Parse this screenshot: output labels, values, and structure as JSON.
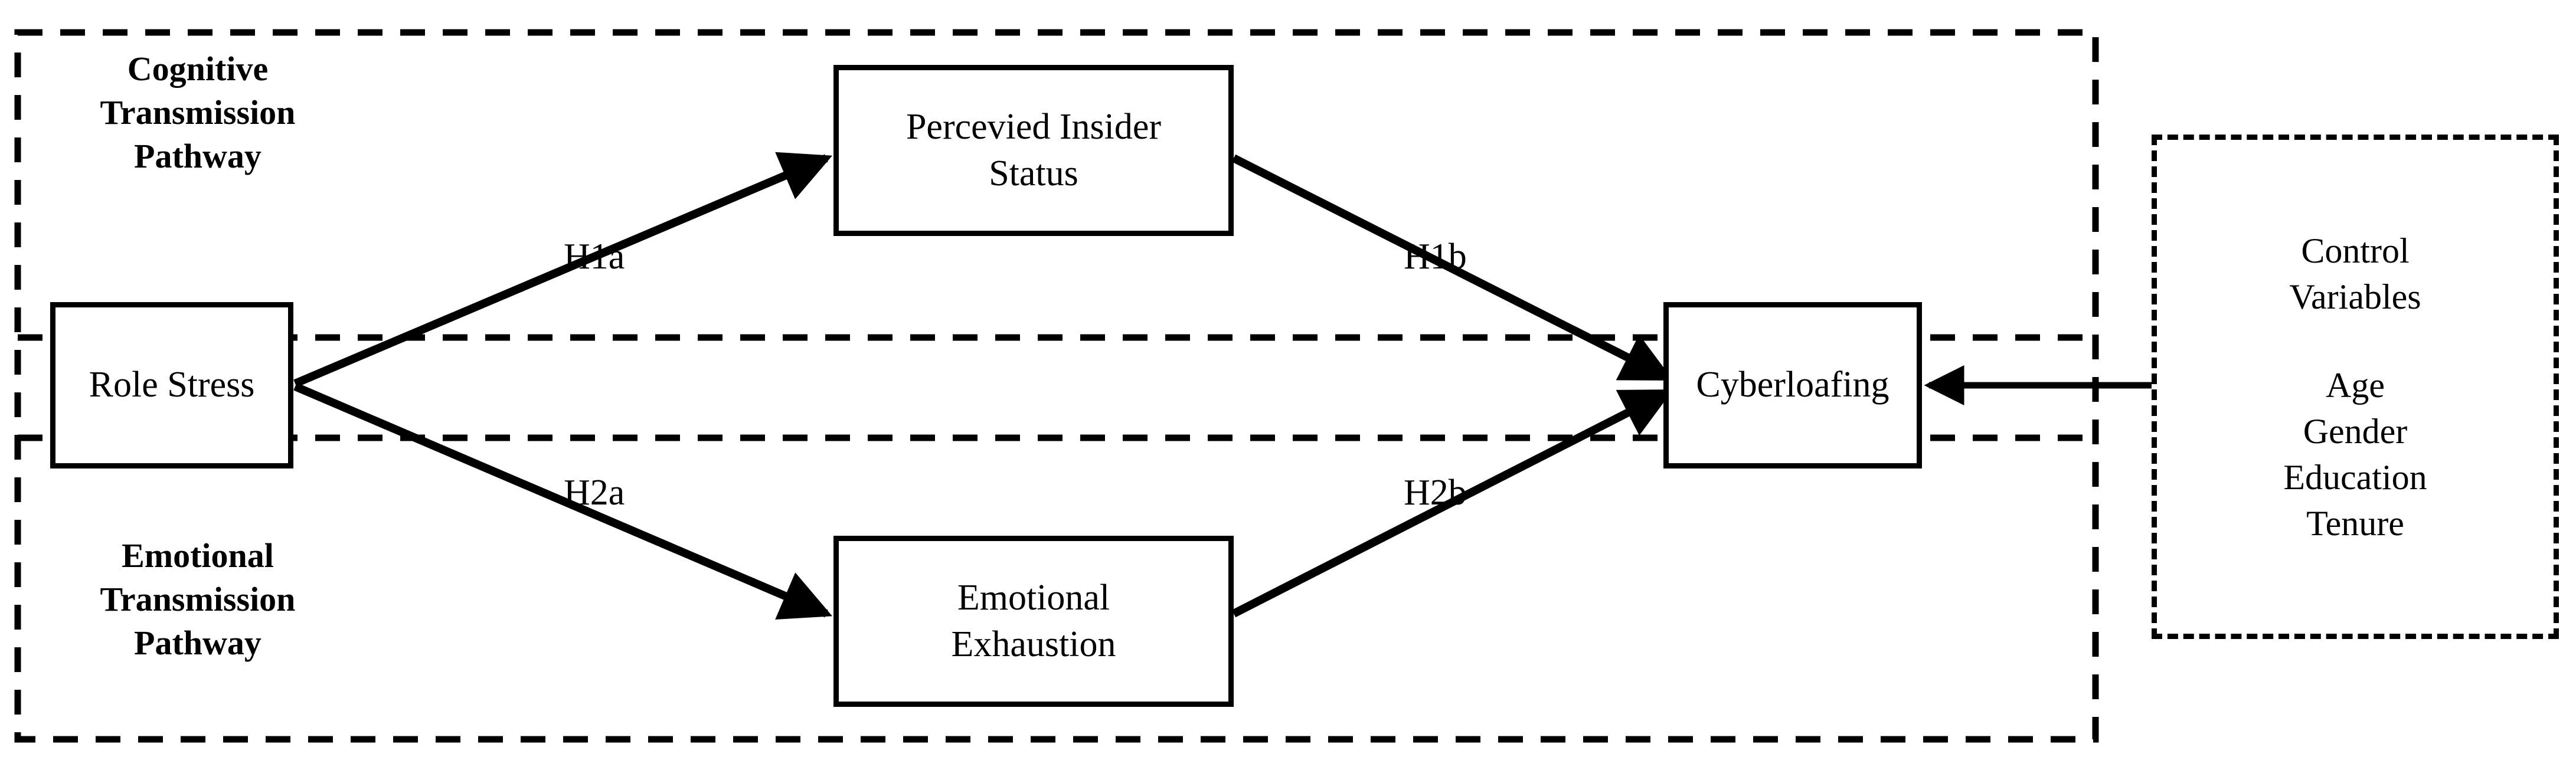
{
  "diagram": {
    "title": "Cyberloafing Research Model",
    "colors": {
      "stroke": "#000000",
      "fill": "#ffffff"
    },
    "pathways": {
      "cognitive": "Cognitive\nTransmission\nPathway",
      "emotional": "Emotional\nTransmission\nPathway"
    },
    "nodes": {
      "role_stress": "Role Stress",
      "perceived_insider_status": "Percevied Insider\nStatus",
      "emotional_exhaustion": "Emotional\nExhaustion",
      "cyberloafing": "Cyberloafing"
    },
    "hypotheses": {
      "h1a": "H1a",
      "h1b": "H1b",
      "h2a": "H2a",
      "h2b": "H2b"
    },
    "control": {
      "heading": "Control\nVariables",
      "variables": "Age\nGender\nEducation\nTenure"
    }
  }
}
